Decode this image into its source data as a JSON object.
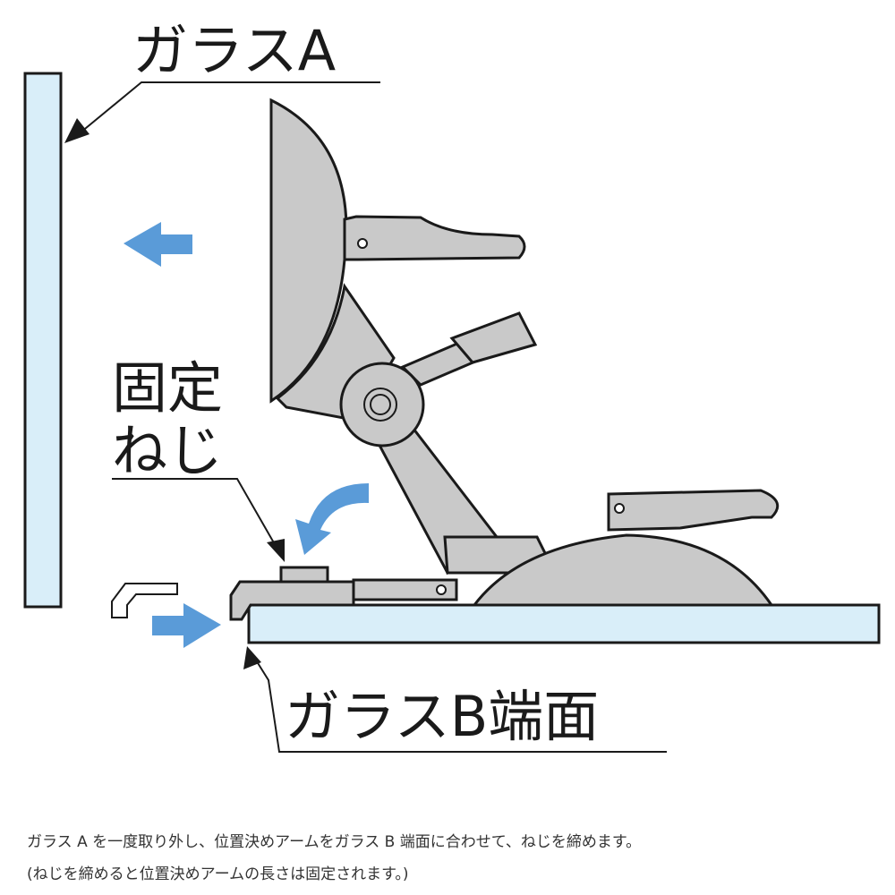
{
  "labels": {
    "glass_a": "ガラスA",
    "fixing_screw_line1": "固定",
    "fixing_screw_line2": "ねじ",
    "glass_b_edge": "ガラスB端面"
  },
  "caption": {
    "line1": "ガラス A を一度取り外し、位置決めアームをガラス B 端面に合わせて、ねじを締めます。",
    "line2": "(ねじを締めると位置決めアームの長さは固定されます。)"
  },
  "colors": {
    "glass": "#d9eef9",
    "arrow": "#5a9bd8",
    "part": "#c9c9c9",
    "outline": "#1a1a1a"
  }
}
